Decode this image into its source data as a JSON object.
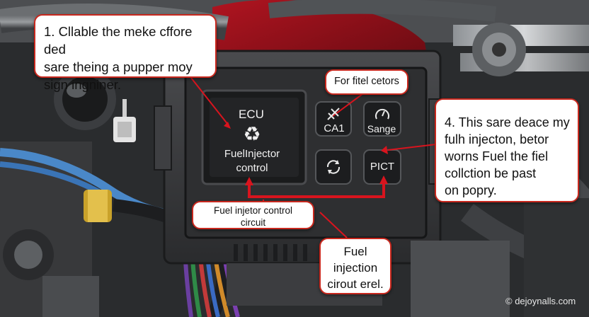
{
  "callouts": {
    "top_left": [
      "1. Cllable the meke cffore ded",
      "sare theing a pupper moy",
      "sign ingniner."
    ],
    "top_right": "For fitel cetors",
    "right": [
      "4. This sare deace my",
      "fulh injecton, betor",
      "worns Fuel the fiel",
      "collction be past",
      "on popry."
    ],
    "circuit": [
      "Fuel injetor control",
      "circuit"
    ],
    "fuel": [
      "Fuel",
      "injection",
      "cirout erel."
    ]
  },
  "module": {
    "title": "ECU",
    "subtitle": [
      "FuelInjector",
      "control"
    ],
    "buttons": [
      "CA1",
      "Sange",
      "PICT"
    ],
    "icons": [
      "recycle-icon",
      "gauge-icon",
      "spark-icon",
      "refresh-icon"
    ]
  },
  "watermark": "© dejoynalls.com",
  "colors": {
    "callout_border": "#c8281e",
    "wire_red": "#d8141e",
    "housing": "#3a3b3d",
    "module_face": "#242527"
  }
}
